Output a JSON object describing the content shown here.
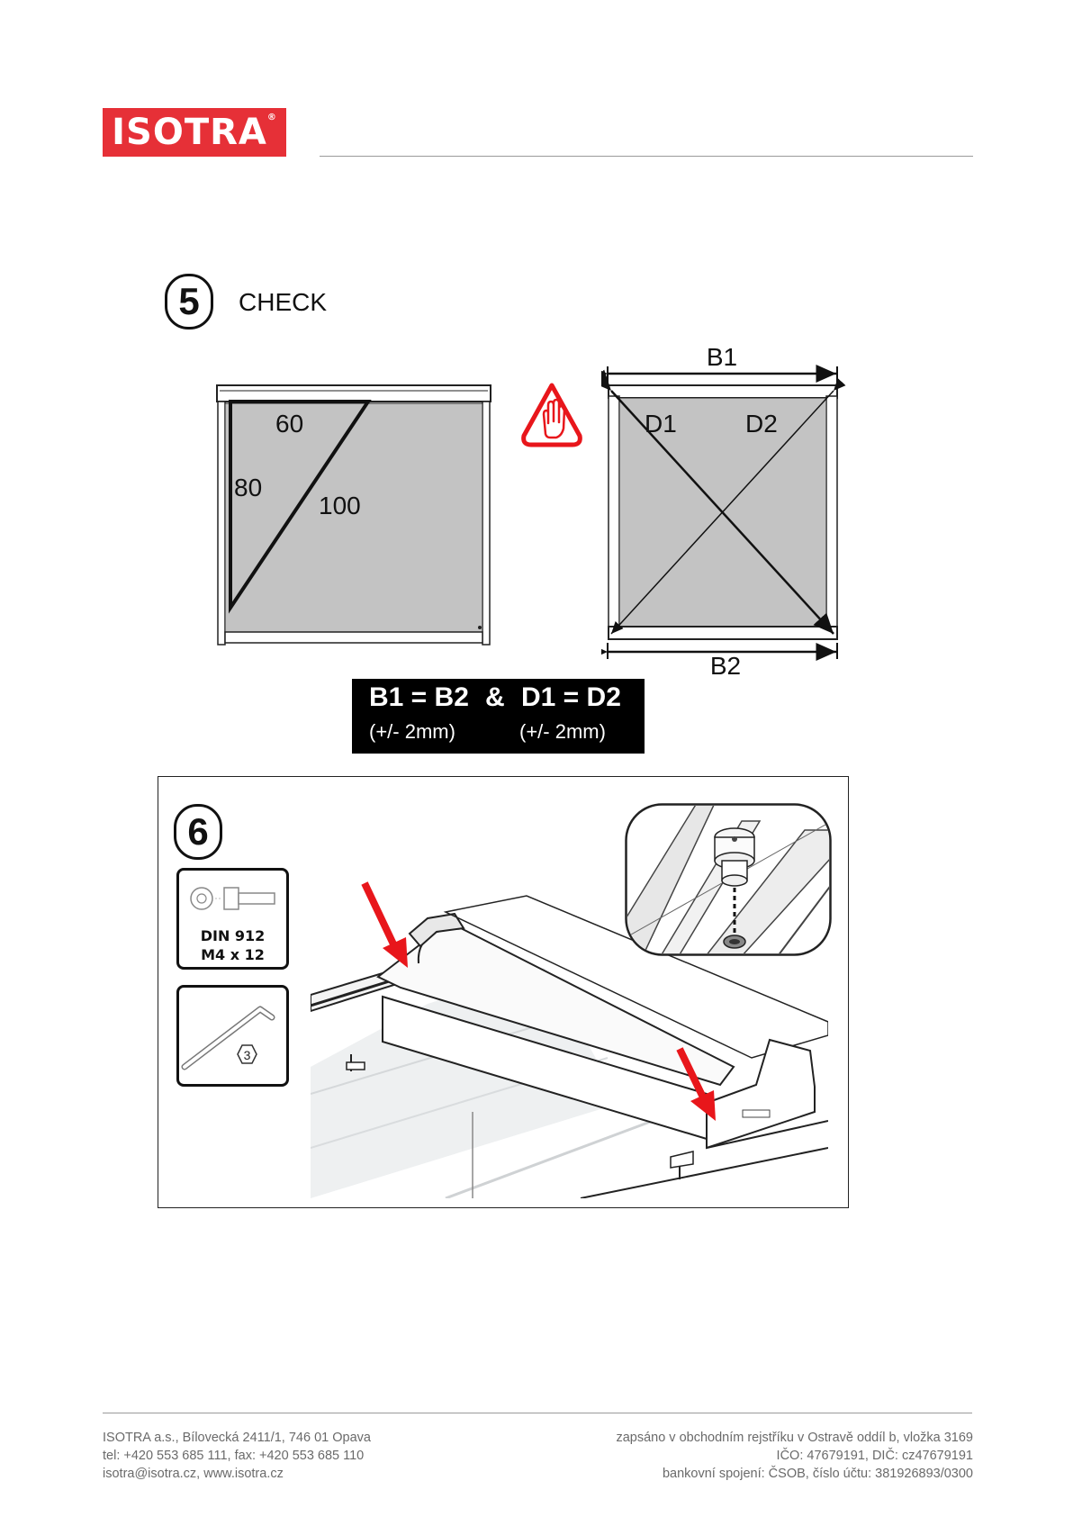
{
  "header": {
    "logo_text": "ISOTRA",
    "logo_reg_mark": "®",
    "brand_color": "#e63037"
  },
  "step5": {
    "number": "5",
    "title": "CHECK",
    "left_figure": {
      "side_top": "60",
      "side_left": "80",
      "hypotenuse": "100"
    },
    "warning_icon": "hand-stop-warning-icon",
    "right_figure": {
      "top_width": "B1",
      "bottom_width": "B2",
      "diagonal_1": "D1",
      "diagonal_2": "D2"
    },
    "formula": {
      "eq1": "B1 = B2",
      "amp": "&",
      "eq2": "D1 = D2",
      "tol1": "(+/- 2mm)",
      "tol2": "(+/- 2mm)"
    }
  },
  "step6": {
    "number": "6",
    "bolt": {
      "line1": "DIN 912",
      "line2": "M4 x 12"
    },
    "hex_key_size": "3",
    "arrow_color": "#e8161b"
  },
  "footer": {
    "left": [
      "ISOTRA a.s., Bílovecká 2411/1, 746 01 Opava",
      "tel: +420 553 685 111, fax: +420 553 685 110",
      "isotra@isotra.cz, www.isotra.cz"
    ],
    "right": [
      "zapsáno v obchodním rejstříku v Ostravě oddíl b, vložka 3169",
      "IČO: 47679191, DIČ: cz47679191",
      "bankovní spojení: ČSOB, číslo účtu: 381926893/0300"
    ]
  }
}
